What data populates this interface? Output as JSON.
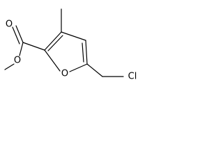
{
  "molecule": {
    "atoms": {
      "carbonyl_oxygen": "O",
      "ester_oxygen": "O",
      "ring_oxygen": "O",
      "chlorine": "Cl"
    },
    "colors": {
      "ink": "#000000",
      "background": "#ffffff"
    }
  }
}
